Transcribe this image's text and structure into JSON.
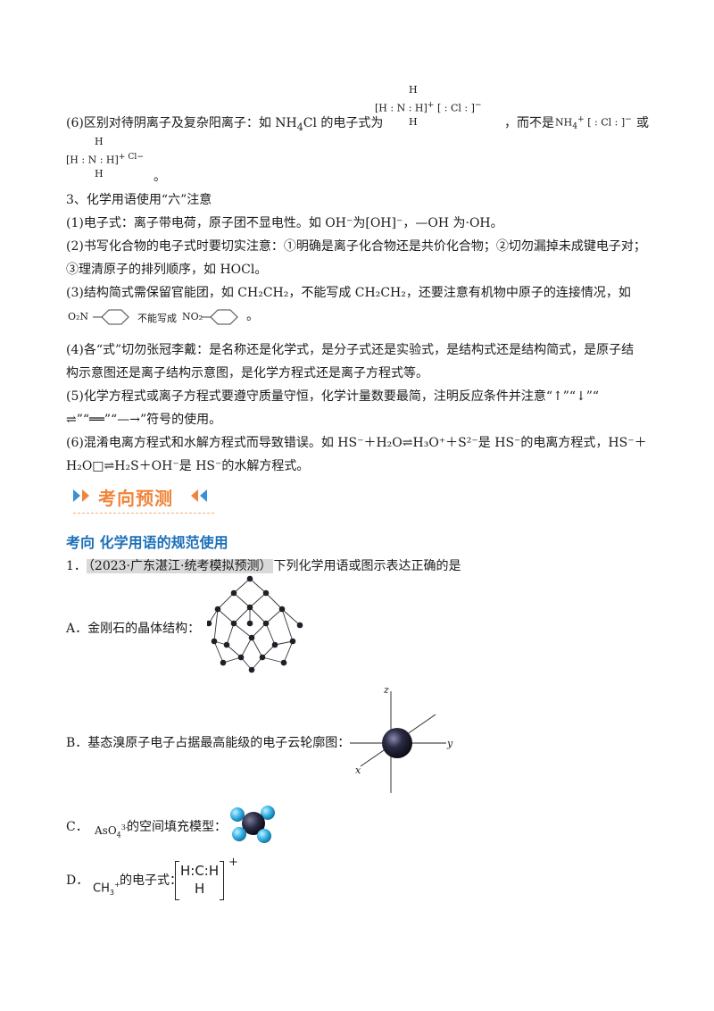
{
  "para6": {
    "text_a": "(6)区别对待阴离子及复杂阳离子：如 NH",
    "sub4": "4",
    "text_b": "Cl 的电子式为",
    "text_c": "，而不是",
    "text_d": "或",
    "period": "。",
    "nh4_bracket": "[H : N : H]",
    "nh4_charge": "+",
    "cl_bracket": "[ : Cl : ]",
    "cl_charge": "−",
    "H": "H",
    "alt_nh4": "NH",
    "alt_nh4_sub": "4",
    "alt_nh4_sup": "+",
    "alt2": "[H : N : H]",
    "alt2_tail": "+ Cl",
    "alt2_minus": "−"
  },
  "section3": {
    "heading": "3、化学用语使用“六”注意",
    "p1": "(1)电子式：离子带电荷，原子团不显电性。如 OH⁻为[OH]⁻，—OH 为·OH。",
    "p2a": "(2)书写化合物的电子式时要切实注意：①明确是离子化合物还是共价化合物；②切勿漏掉未成键电子对；",
    "p2b": "③理清原子的排列顺序，如 HOCl。",
    "p3": "(3)结构简式需保留官能团，如 CH₂CH₂，不能写成 CH₂CH₂，还要注意有机物中原子的连接情况，如",
    "p3_left": "O₂N",
    "p3_mid": "不能写成",
    "p3_right": "NO₂",
    "p3_end": "。",
    "p4a": "(4)各“式”切勿张冠李戴：是名称还是化学式，是分子式还是实验式，是结构式还是结构简式，是原子结",
    "p4b": "构示意图还是离子结构示意图，是化学方程式还是离子方程式等。",
    "p5a": "(5)化学方程式或离子方程式要遵守质量守恒，化学计量数要最简，注明反应条件并注意“↑”“↓”“",
    "p5b": "⇌”“══”“—→”符号的使用。",
    "p6a": "(6)混淆电离方程式和水解方程式而导致错误。如 HS⁻＋H₂O⇌H₃O⁺＋S²⁻是 HS⁻的电离方程式，HS⁻＋",
    "p6b": "H₂O□⇌H₂S＋OH⁻是 HS⁻的水解方程式。"
  },
  "banner": {
    "title": "考向预测"
  },
  "topic": {
    "title": "考向  化学用语的规范使用"
  },
  "question": {
    "number": "1．",
    "source": "（2023·广东湛江·统考模拟预测）",
    "stem": "下列化学用语或图示表达正确的是",
    "optA": "A．金刚石的晶体结构：",
    "optB": "B．基态溴原子电子占据最高能级的电子云轮廓图：",
    "optC_label": "C．",
    "optC_formula": "AsO",
    "optC_sub": "4",
    "optC_sup": "3-",
    "optC_text": "的空间填充模型：",
    "optD_label": "D．",
    "optD_formula": "CH",
    "optD_sub": "3",
    "optD_sup": "+",
    "optD_text": "的电子式：",
    "axis_z": "z",
    "axis_y": "y",
    "axis_x": "x",
    "d_top": "H:C:H",
    "d_bottom": "H",
    "d_charge": "+"
  },
  "colors": {
    "section_blue": "#1b6fb8",
    "banner_orange": "#f0843a",
    "sphere": "#2b2b44",
    "cyan": "#3ab6e8"
  }
}
